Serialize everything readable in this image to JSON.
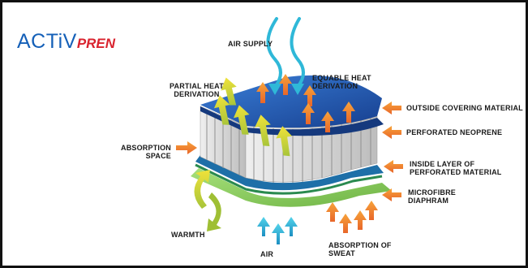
{
  "logo": {
    "primary": "ACTiV",
    "secondary": "PREN"
  },
  "labels": {
    "air_supply": "AIR SUPPLY",
    "equable_heat_1": "EQUABLE HEAT",
    "equable_heat_2": "DERIVATION",
    "partial_heat_1": "PARTIAL HEAT",
    "partial_heat_2": "DERIVATION",
    "outside_covering": "OUTSIDE COVERING MATERIAL",
    "perforated_neoprene": "PERFORATED NEOPRENE",
    "inside_layer_1": "INSIDE LAYER OF",
    "inside_layer_2": "PERFORATED MATERIAL",
    "absorption_space_1": "ABSORPTION",
    "absorption_space_2": "SPACE",
    "microfibre_1": "MICROFIBRE",
    "microfibre_2": "DIAPHRAM",
    "warmth": "WARMTH",
    "air": "AIR",
    "absorption_sweat_1": "ABSORPTION OF",
    "absorption_sweat_2": "SWEAT"
  },
  "colors": {
    "logo_blue": "#1560b8",
    "logo_red": "#d9232e",
    "top_layer": "#1f5bb5",
    "middle_layer": "#2a8a4f",
    "bottom_layer": "#8ccf5a",
    "core": "#d8d8d8",
    "orange_arrow": "#f28a2a",
    "yellow_arrow": "#d8d628",
    "cyan_arrow": "#2fb8d8"
  }
}
